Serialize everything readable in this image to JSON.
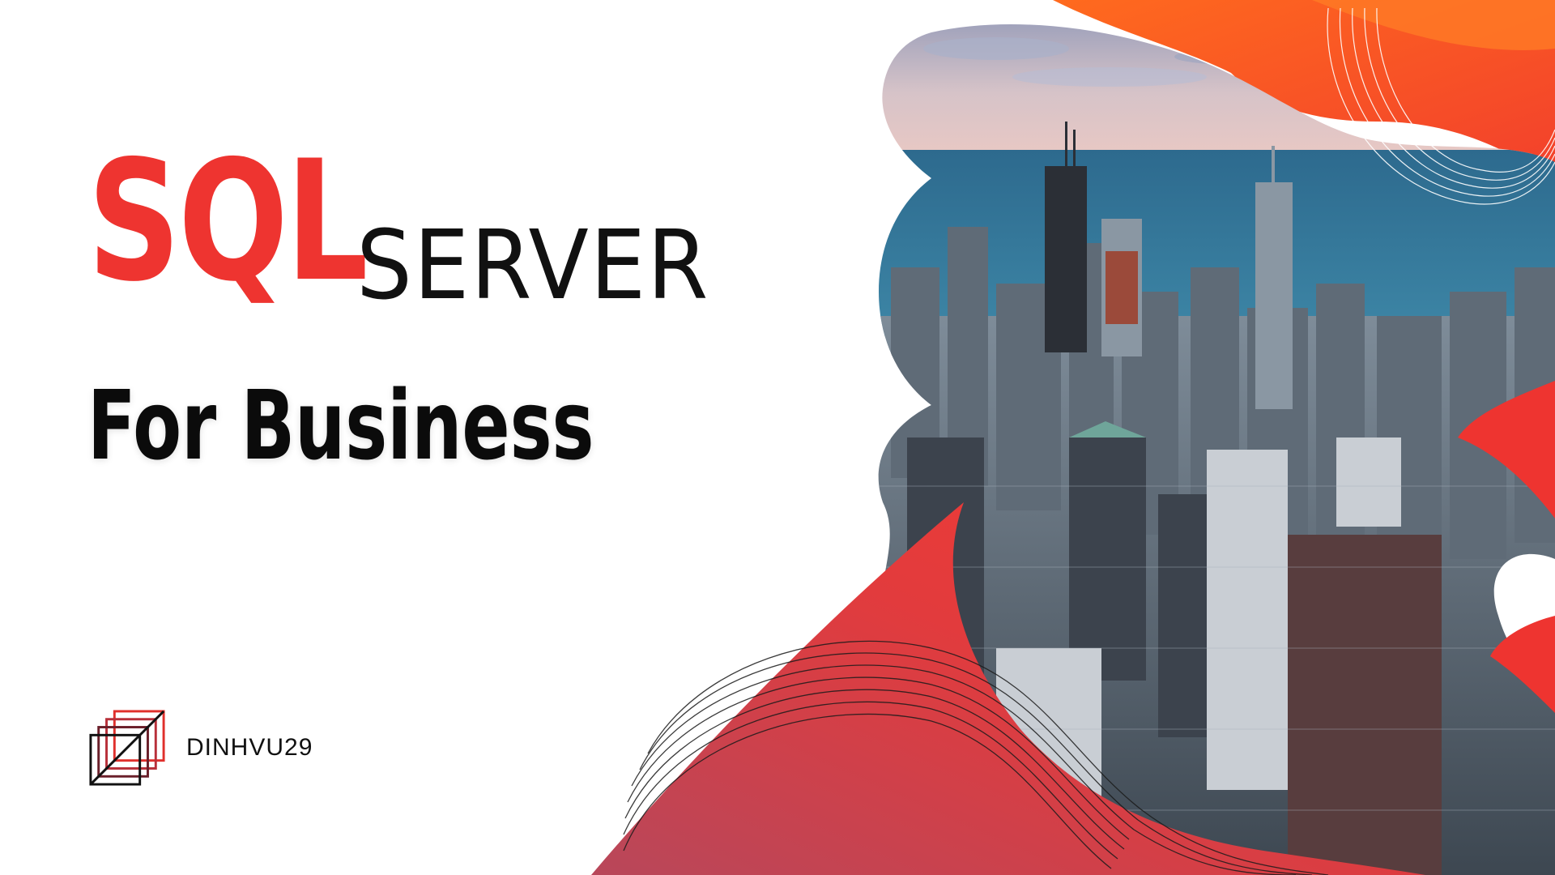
{
  "title": {
    "line1_highlight": "SQL",
    "line1_rest": "SERVER",
    "line2": "For Business"
  },
  "brand": {
    "logo_icon": "layered-squares-logo-icon",
    "name": "DINHVU29"
  },
  "colors": {
    "accent": "#ee3430",
    "orange": "#ff5a1f",
    "red_dark": "#b83a4c",
    "text": "#111111",
    "background": "#ffffff"
  },
  "hero_image": {
    "subject": "city-skyline-aerial-photo"
  }
}
